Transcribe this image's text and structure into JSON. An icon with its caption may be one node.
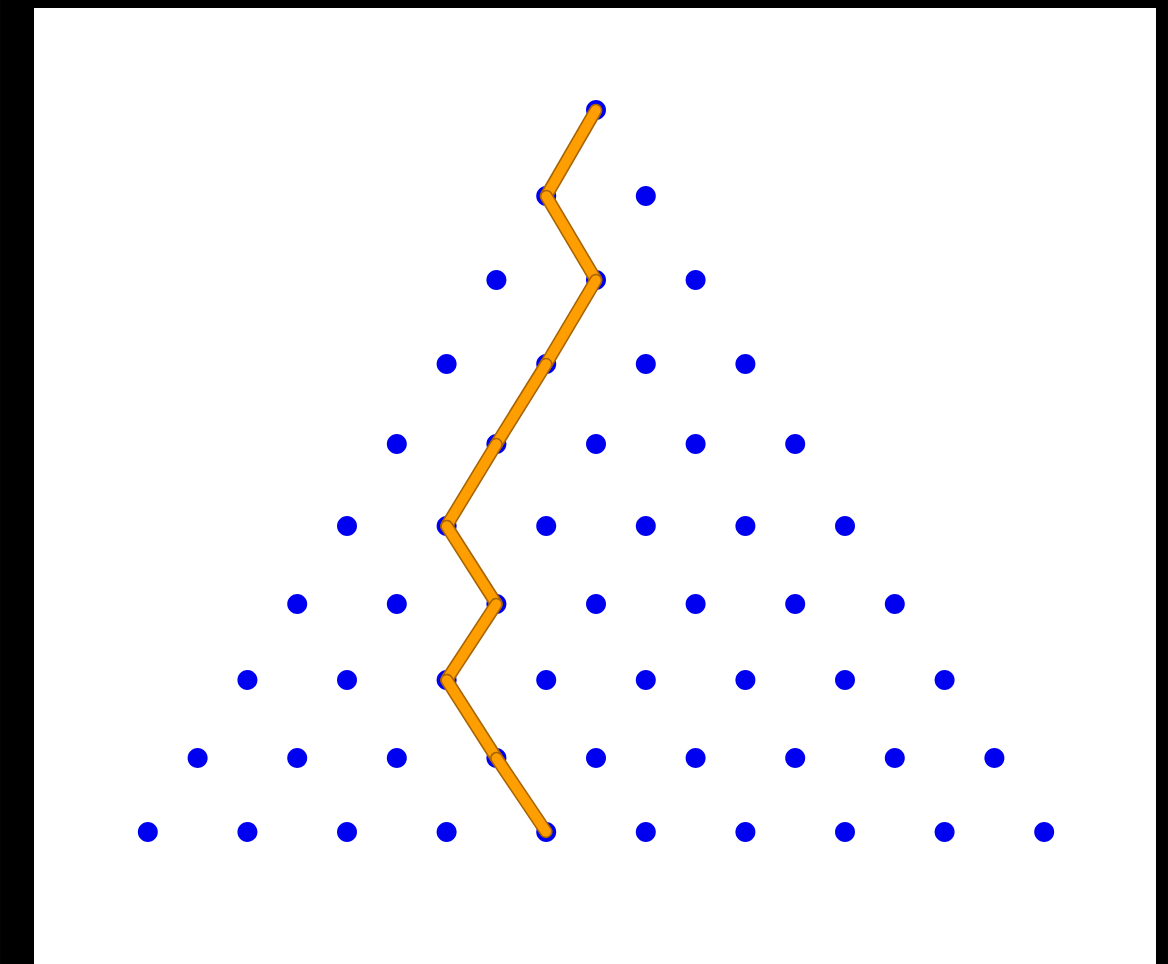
{
  "diagram": {
    "nodes": [
      {
        "text": [],
        "shape": "circle"
      },
      {
        "text": [],
        "shape": "circle"
      },
      {
        "text": [],
        "shape": "circle"
      },
      {
        "text": [],
        "shape": "circle"
      },
      {
        "text": [],
        "shape": "circle"
      },
      {
        "text": [],
        "shape": "circle"
      },
      {
        "text": [],
        "shape": "circle"
      },
      {
        "text": [],
        "shape": "circle"
      },
      {
        "text": [],
        "shape": "circle"
      },
      {
        "text": [],
        "shape": "circle"
      },
      {
        "text": [],
        "shape": "circle"
      },
      {
        "text": [],
        "shape": "circle"
      },
      {
        "text": [],
        "shape": "circle"
      },
      {
        "text": [],
        "shape": "circle"
      },
      {
        "text": [],
        "shape": "circle"
      },
      {
        "text": [],
        "shape": "circle"
      },
      {
        "text": [],
        "shape": "circle"
      },
      {
        "text": [],
        "shape": "circle"
      },
      {
        "text": [],
        "shape": "circle"
      },
      {
        "text": [],
        "shape": "circle"
      },
      {
        "text": [],
        "shape": "circle"
      },
      {
        "text": [],
        "shape": "circle"
      },
      {
        "text": [],
        "shape": "circle"
      },
      {
        "text": [],
        "shape": "circle"
      },
      {
        "text": [],
        "shape": "circle"
      },
      {
        "text": [],
        "shape": "circle"
      },
      {
        "text": [],
        "shape": "circle"
      },
      {
        "text": [],
        "shape": "circle"
      },
      {
        "text": [],
        "shape": "circle"
      },
      {
        "text": [],
        "shape": "circle"
      },
      {
        "text": [],
        "shape": "circle"
      },
      {
        "text": [],
        "shape": "circle"
      },
      {
        "text": [],
        "shape": "circle"
      },
      {
        "text": [],
        "shape": "circle"
      },
      {
        "text": [],
        "shape": "circle"
      },
      {
        "text": [],
        "shape": "circle"
      },
      {
        "text": [],
        "shape": "circle"
      },
      {
        "text": [],
        "shape": "circle"
      },
      {
        "text": [],
        "shape": "circle"
      },
      {
        "text": [],
        "shape": "circle"
      },
      {
        "text": [],
        "shape": "circle"
      },
      {
        "text": [],
        "shape": "circle"
      },
      {
        "text": [],
        "shape": "circle"
      },
      {
        "text": [],
        "shape": "circle"
      },
      {
        "text": [],
        "shape": "circle"
      },
      {
        "text": [],
        "shape": "circle"
      },
      {
        "text": [],
        "shape": "circle"
      },
      {
        "text": [],
        "shape": "circle"
      },
      {
        "text": [],
        "shape": "circle"
      },
      {
        "text": [],
        "shape": "circle"
      },
      {
        "text": [],
        "shape": "circle"
      },
      {
        "text": [],
        "shape": "circle"
      },
      {
        "text": [],
        "shape": "circle"
      },
      {
        "text": [],
        "shape": "circle"
      },
      {
        "text": [],
        "shape": "circle"
      }
    ],
    "edges": [
      {
        "from": 0,
        "to": 1,
        "arrow": "none"
      },
      {
        "from": 1,
        "to": 4,
        "arrow": "none"
      },
      {
        "from": 4,
        "to": 7,
        "arrow": "none"
      },
      {
        "from": 7,
        "to": 11,
        "arrow": "none"
      },
      {
        "from": 11,
        "to": 16,
        "arrow": "none"
      },
      {
        "from": 16,
        "to": 23,
        "arrow": "none"
      },
      {
        "from": 23,
        "to": 30,
        "arrow": "none"
      },
      {
        "from": 30,
        "to": 39,
        "arrow": "none"
      },
      {
        "from": 39,
        "to": 49,
        "arrow": "none"
      }
    ]
  }
}
